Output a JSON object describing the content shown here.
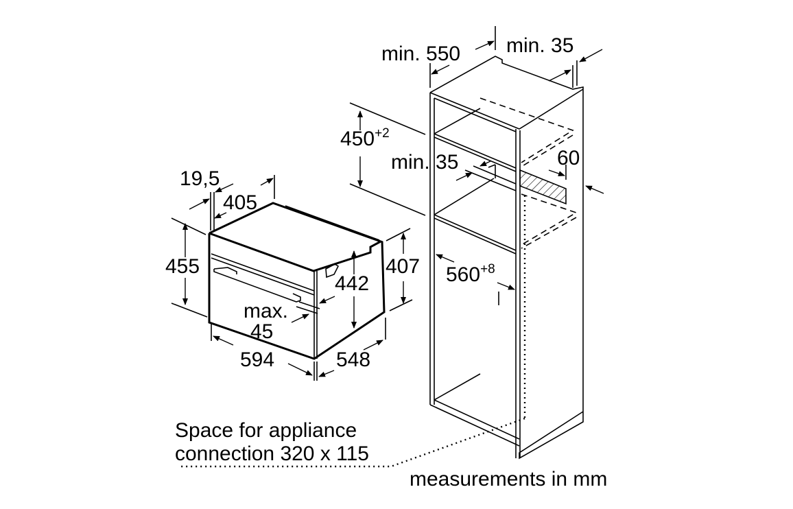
{
  "oven": {
    "depth_front": "19,5",
    "depth_top": "405",
    "height_total": "455",
    "height_body": "407",
    "height_inner": "442",
    "handle_label": "max.",
    "handle_value": "45",
    "width": "594",
    "depth": "548"
  },
  "cabinet": {
    "depth_min": "min. 550",
    "rear_gap": "min. 35",
    "niche_height": "450",
    "niche_height_tol": "+2",
    "shelf_gap": "min. 35",
    "vent": "60",
    "niche_width": "560",
    "niche_width_tol": "+8"
  },
  "notes": {
    "connection_line1": "Space for appliance",
    "connection_line2": "connection 320 x 115",
    "units": "measurements in mm"
  }
}
